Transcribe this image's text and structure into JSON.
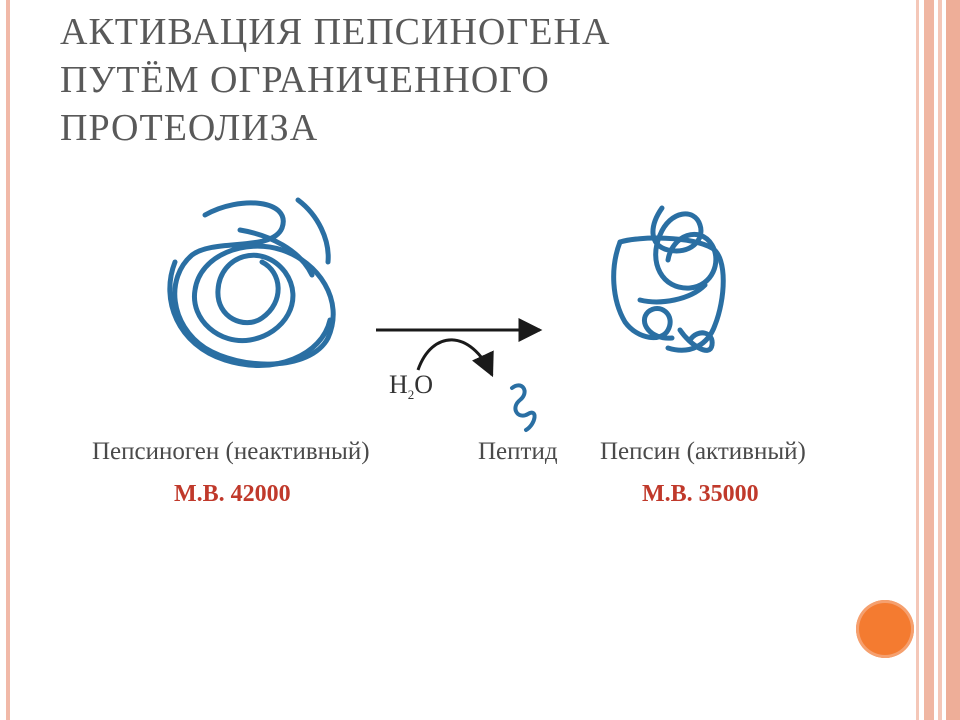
{
  "title": {
    "line1": "АКТИВАЦИЯ ПЕПСИНОГЕНА",
    "line2": "ПУТЁМ ОГРАНИЧЕННОГО",
    "line3": "ПРОТЕОЛИЗА"
  },
  "diagram": {
    "pepsinogen": {
      "label": "Пепсиноген (неактивный)",
      "mw": "М.В. 42000"
    },
    "pepsin": {
      "label": "Пепсин (активный)",
      "mw": "М.В. 35000"
    },
    "peptide": {
      "label": "Пептид"
    },
    "reagent": {
      "main": "H",
      "sub": "2",
      "tail": "O"
    }
  },
  "colors": {
    "protein": "#2a6fa3",
    "arrow": "#1a1a1a",
    "mw_text": "#c0392b",
    "accent_dot": "#f47b30",
    "frame": "#f0b6a2"
  }
}
